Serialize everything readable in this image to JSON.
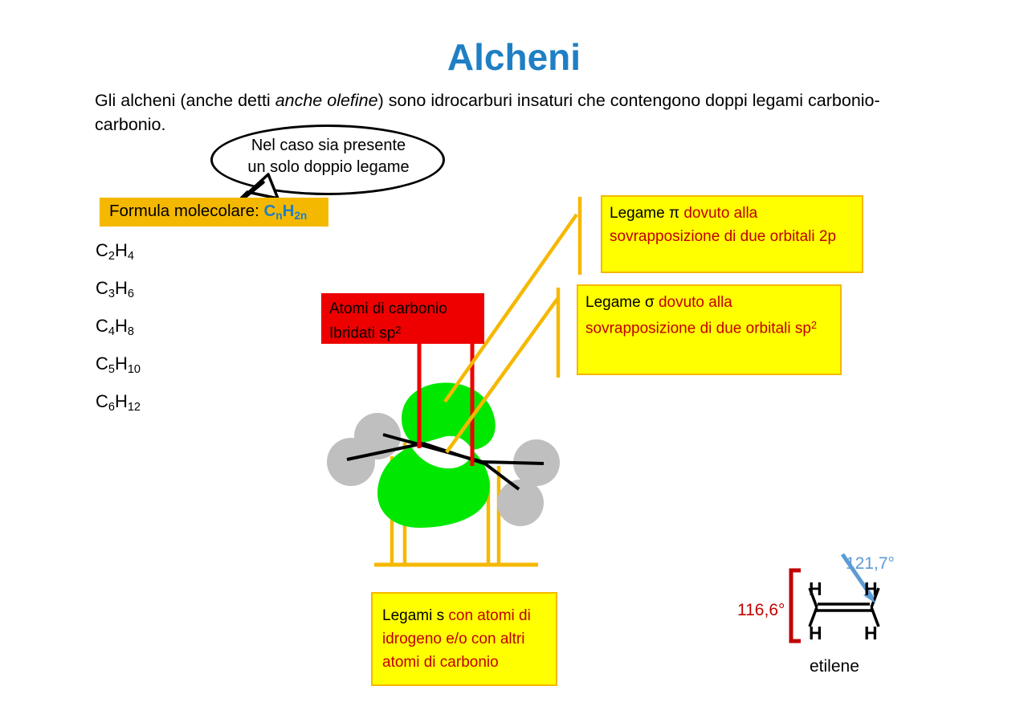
{
  "slide": {
    "title": "Alcheni",
    "title_color": "#1f7fc4",
    "background": "#ffffff"
  },
  "intro": {
    "before_italic": "Gli alcheni (anche detti ",
    "italic": "anche olefine",
    "after_italic": ") sono idrocarburi insaturi che contengono doppi legami carbonio-carbonio."
  },
  "speech_bubble": {
    "line1": "Nel caso sia presente",
    "line2": "un solo doppio legame"
  },
  "formula_bar": {
    "label": "Formula molecolare: ",
    "formula_c": "C",
    "formula_c_sub": "n",
    "formula_h": "H",
    "formula_h_sub": "2n",
    "background": "#f5b800",
    "formula_color": "#1f7fc4"
  },
  "formula_list": {
    "items": [
      {
        "c": "C",
        "c_sub": "2",
        "h": "H",
        "h_sub": "4"
      },
      {
        "c": "C",
        "c_sub": "3",
        "h": "H",
        "h_sub": "6"
      },
      {
        "c": "C",
        "c_sub": "4",
        "h": "H",
        "h_sub": "8"
      },
      {
        "c": "C",
        "c_sub": "5",
        "h": "H",
        "h_sub": "10"
      },
      {
        "c": "C",
        "c_sub": "6",
        "h": "H",
        "h_sub": "12"
      }
    ]
  },
  "red_box": {
    "line1": "Atomi di carbonio",
    "line2_a": "Ibridati sp",
    "line2_sup": "2",
    "background": "#ee0000"
  },
  "callout_pi": {
    "black_part": "Legame π",
    "red_part": " dovuto alla sovrapposizione di due orbitali 2p",
    "background": "#ffff00",
    "border": "#f5b800",
    "red": "#c00000"
  },
  "callout_sigma": {
    "black_part": "Legame σ",
    "red_part_a": " dovuto alla sovrapposizione di due orbitali sp",
    "red_part_sup": "2",
    "background": "#ffff00",
    "border": "#f5b800"
  },
  "callout_sigma_bonds": {
    "black_part": "Legami s",
    "red_part": "  con atomi di idrogeno e/o con altri atomi di carbonio",
    "background": "#ffff00",
    "border": "#f5b800"
  },
  "orbital_diagram": {
    "pi_lobe_color": "#00e800",
    "hydrogen_sphere_color": "#bfbfbf",
    "bond_line_color": "#000000",
    "carbon_leader_color": "#ee0000",
    "sigma_leader_color": "#f5b800",
    "hydrogen_count": 4
  },
  "ethylene": {
    "angle_hch": "116,6°",
    "angle_hcc": "121,7°",
    "angle_hch_color": "#c00000",
    "angle_hcc_color": "#5b9bd5",
    "h_top_left": "H",
    "h_top_right": "H",
    "h_bottom_left": "H",
    "h_bottom_right": "H",
    "caption": "etilene"
  }
}
